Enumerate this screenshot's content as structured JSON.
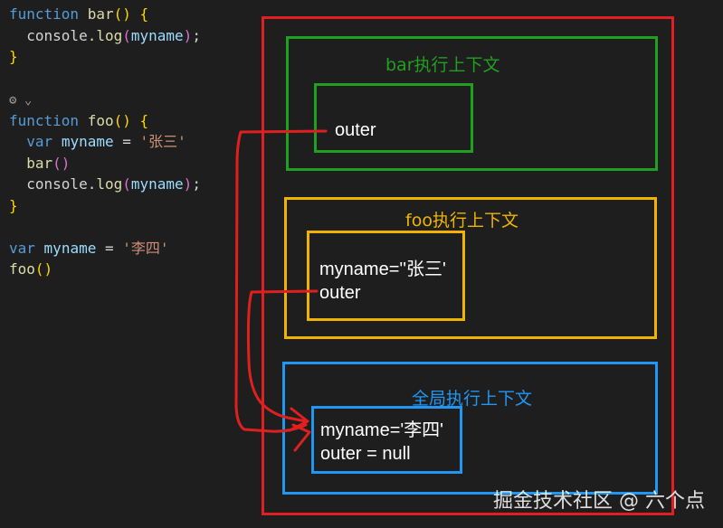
{
  "code_lines": [
    [
      {
        "t": "function",
        "c": "kw"
      },
      {
        "t": " "
      },
      {
        "t": "bar",
        "c": "fn"
      },
      {
        "t": "()",
        "c": "paren-y"
      },
      {
        "t": " "
      },
      {
        "t": "{",
        "c": "paren-y"
      }
    ],
    [
      {
        "t": "  console."
      },
      {
        "t": "log",
        "c": "fn"
      },
      {
        "t": "(",
        "c": "paren-p"
      },
      {
        "t": "myname",
        "c": "var"
      },
      {
        "t": ")",
        "c": "paren-p"
      },
      {
        "t": ";"
      }
    ],
    [
      {
        "t": "}",
        "c": "paren-y"
      }
    ],
    [
      {
        "t": ""
      }
    ],
    [
      {
        "t": "⚙ ⌄",
        "c": "ctrl-icons"
      }
    ],
    [
      {
        "t": "function",
        "c": "kw"
      },
      {
        "t": " "
      },
      {
        "t": "foo",
        "c": "fn"
      },
      {
        "t": "()",
        "c": "paren-y"
      },
      {
        "t": " "
      },
      {
        "t": "{",
        "c": "paren-y"
      }
    ],
    [
      {
        "t": "  "
      },
      {
        "t": "var",
        "c": "kw"
      },
      {
        "t": " "
      },
      {
        "t": "myname",
        "c": "var"
      },
      {
        "t": " = "
      },
      {
        "t": "'张三'",
        "c": "str"
      }
    ],
    [
      {
        "t": "  "
      },
      {
        "t": "bar",
        "c": "fn"
      },
      {
        "t": "()",
        "c": "paren-p"
      }
    ],
    [
      {
        "t": "  console."
      },
      {
        "t": "log",
        "c": "fn"
      },
      {
        "t": "(",
        "c": "paren-p"
      },
      {
        "t": "myname",
        "c": "var"
      },
      {
        "t": ")",
        "c": "paren-p"
      },
      {
        "t": ";"
      }
    ],
    [
      {
        "t": "}",
        "c": "paren-y"
      }
    ],
    [
      {
        "t": ""
      }
    ],
    [
      {
        "t": "var",
        "c": "kw"
      },
      {
        "t": " "
      },
      {
        "t": "myname",
        "c": "var"
      },
      {
        "t": " = "
      },
      {
        "t": "'李四'",
        "c": "str"
      }
    ],
    [
      {
        "t": "foo",
        "c": "fn"
      },
      {
        "t": "()",
        "c": "paren-y"
      }
    ]
  ],
  "contexts": {
    "bar": {
      "title": "bar执行上下文",
      "outer": "outer"
    },
    "foo": {
      "title": "foo执行上下文",
      "myname": "myname=''张三'",
      "outer": "outer"
    },
    "global": {
      "title": "全局执行上下文",
      "myname": "myname='李四'",
      "outer": "outer = null"
    }
  },
  "watermark": "掘金技术社区 @ 六个点",
  "colors": {
    "stack": "#e02020",
    "bar": "#20a020",
    "foo": "#f0b400",
    "global": "#2196f3"
  }
}
